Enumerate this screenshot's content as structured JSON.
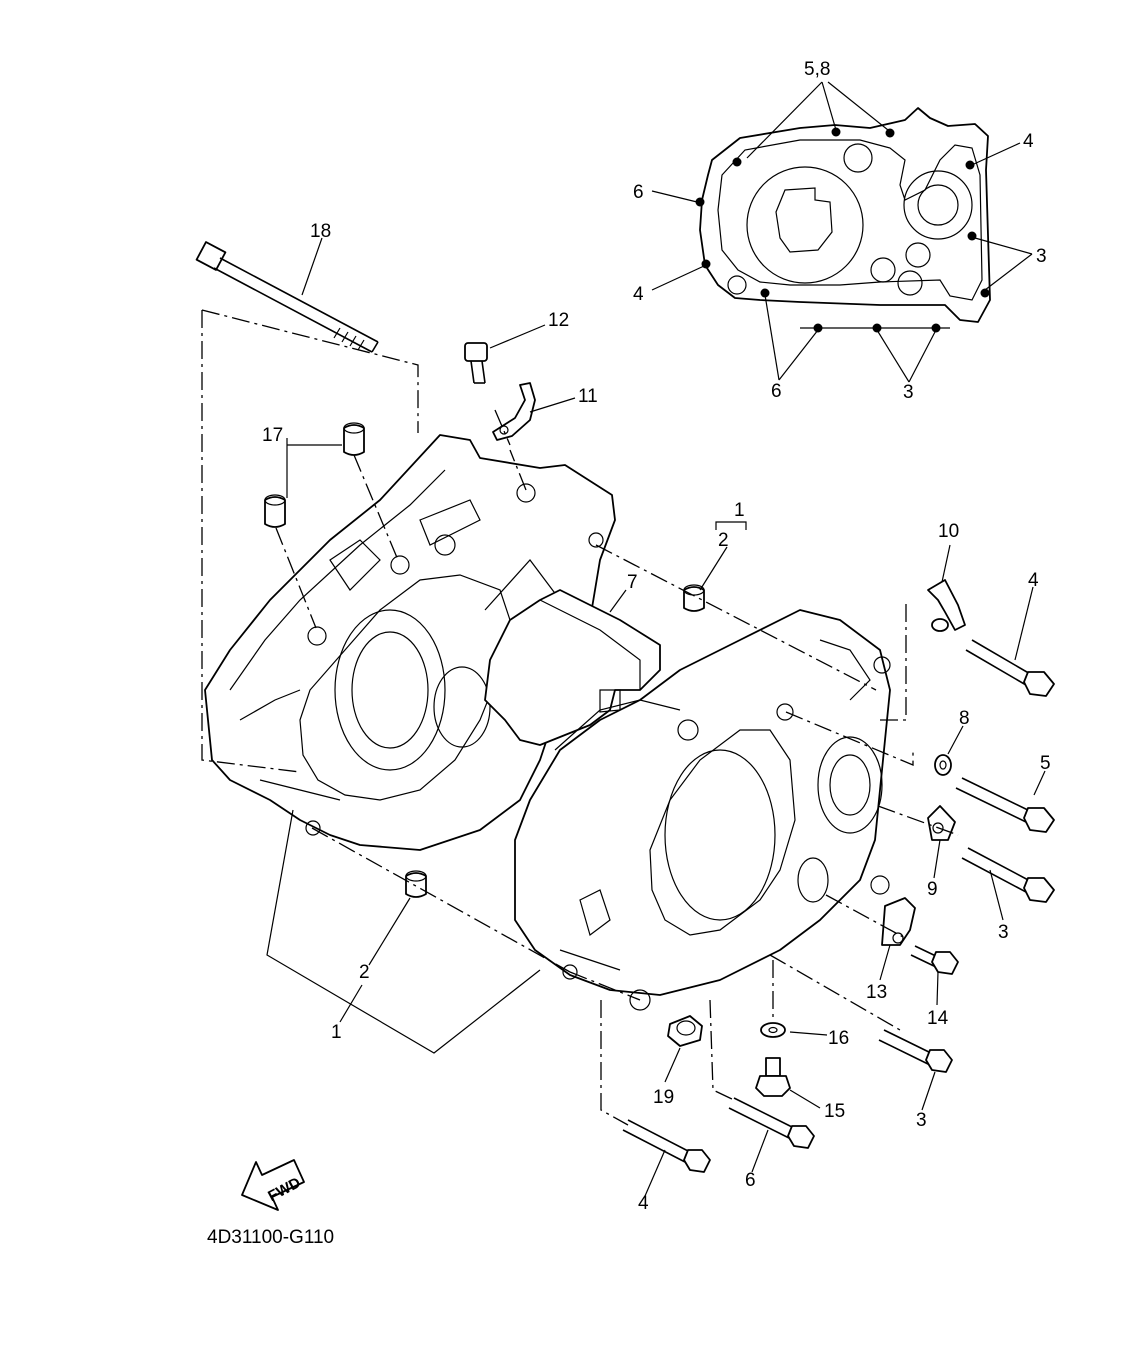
{
  "diagram": {
    "catalog_code": "4D31100-G110",
    "fwd_label": "FWD",
    "callouts": {
      "c1_bracket": "1",
      "c2_bracket": "2",
      "c1_lower": "1",
      "c2_lower": "2",
      "c3_gasket": "3",
      "c3_gasket_bottom": "3",
      "c3_bolt_right": "3",
      "c3_bolt_lower": "3",
      "c4_gasket_right": "4",
      "c4_gasket_left": "4",
      "c4_bolt_top": "4",
      "c4_bolt_bottom": "4",
      "c5_bolt": "5",
      "c58_gasket": "5,8",
      "c6_gasket_left": "6",
      "c6_gasket_bottom": "6",
      "c6_bolt": "6",
      "c7": "7",
      "c8": "8",
      "c9": "9",
      "c10": "10",
      "c11": "11",
      "c12": "12",
      "c13": "13",
      "c14": "14",
      "c15": "15",
      "c16": "16",
      "c17": "17",
      "c18": "18",
      "c19": "19"
    }
  }
}
